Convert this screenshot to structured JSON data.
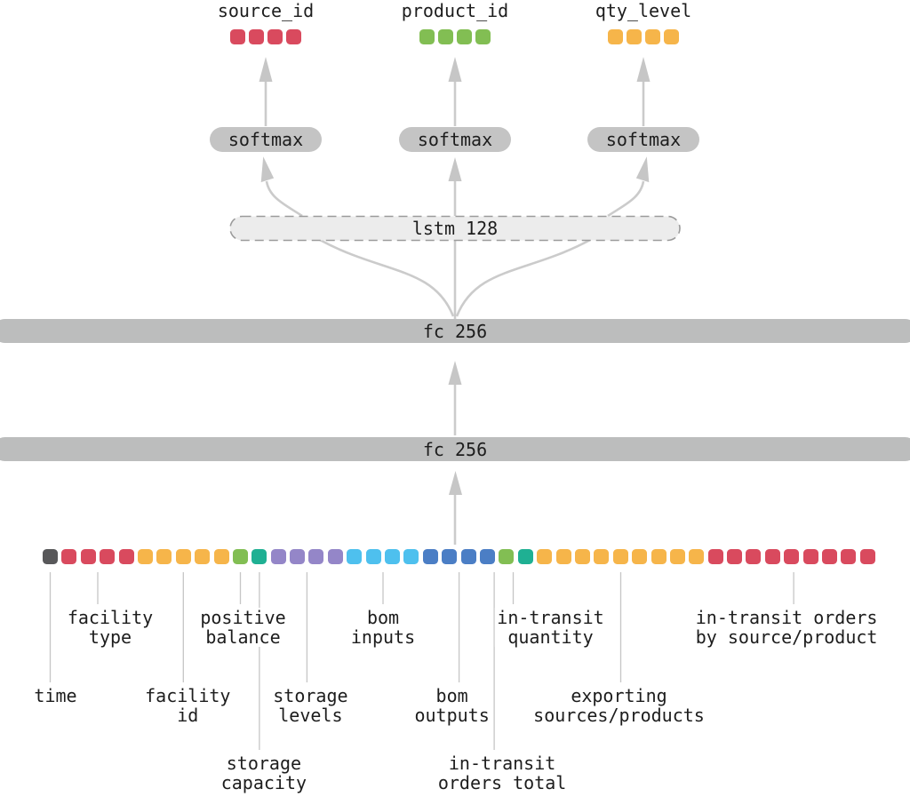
{
  "diagram": {
    "outputs": [
      {
        "label": "source_id",
        "color": "#d94a5e",
        "units": 4
      },
      {
        "label": "product_id",
        "color": "#82be53",
        "units": 4
      },
      {
        "label": "qty_level",
        "color": "#f6b54a",
        "units": 4
      }
    ],
    "layers": {
      "softmax": {
        "label": "softmax",
        "count": 3
      },
      "lstm": {
        "label": "lstm 128"
      },
      "fc_top": {
        "label": "fc 256"
      },
      "fc_bottom": {
        "label": "fc 256"
      }
    },
    "input_features": [
      {
        "label": "time",
        "lines": [
          "time"
        ],
        "color": "#58585a",
        "units": 1
      },
      {
        "label": "facility type",
        "lines": [
          "facility",
          "type"
        ],
        "color": "#d94a5e",
        "units": 4
      },
      {
        "label": "facility id",
        "lines": [
          "facility",
          "id"
        ],
        "color": "#f6b54a",
        "units": 5
      },
      {
        "label": "positive balance",
        "lines": [
          "positive",
          "balance"
        ],
        "color": "#82be53",
        "units": 1
      },
      {
        "label": "storage capacity",
        "lines": [
          "storage",
          "capacity"
        ],
        "color": "#1fb093",
        "units": 1
      },
      {
        "label": "storage levels",
        "lines": [
          "storage",
          "levels"
        ],
        "color": "#9486c8",
        "units": 4
      },
      {
        "label": "bom inputs",
        "lines": [
          "bom",
          "inputs"
        ],
        "color": "#4ec0ee",
        "units": 4
      },
      {
        "label": "bom outputs",
        "lines": [
          "bom",
          "outputs"
        ],
        "color": "#4b7ec5",
        "units": 4
      },
      {
        "label": "in-transit orders total",
        "lines": [
          "in-transit",
          "orders total"
        ],
        "color": "#82be53",
        "units": 1
      },
      {
        "label": "in-transit quantity",
        "lines": [
          "in-transit",
          "quantity"
        ],
        "color": "#1fb093",
        "units": 1
      },
      {
        "label": "exporting sources/products",
        "lines": [
          "exporting",
          "sources/products"
        ],
        "color": "#f6b54a",
        "units": 9
      },
      {
        "label": "in-transit orders by source/product",
        "lines": [
          "in-transit orders",
          "by source/product"
        ],
        "color": "#d94a5e",
        "units": 9
      }
    ],
    "wire_color": "#cbcbcb"
  }
}
